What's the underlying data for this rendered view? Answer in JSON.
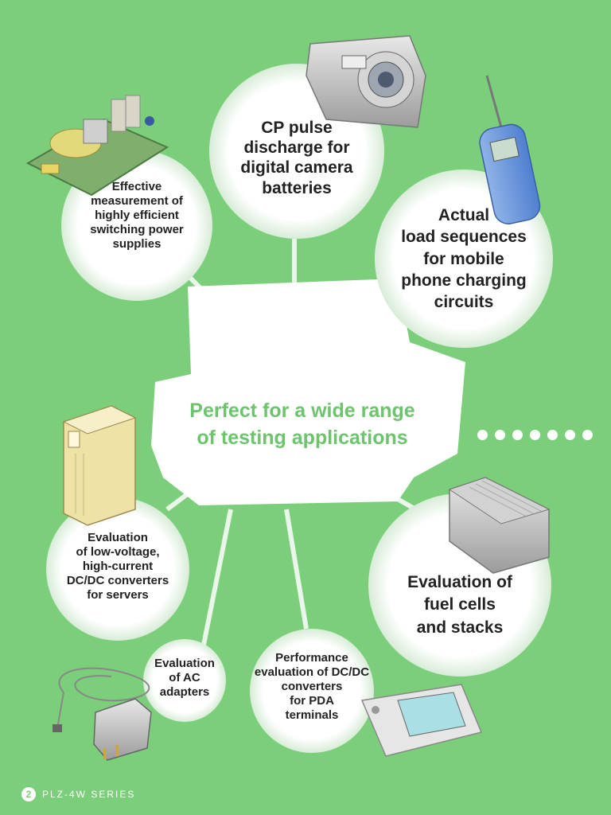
{
  "center": {
    "line1": "Perfect for a wide range",
    "line2": "of testing applications"
  },
  "applications": [
    {
      "id": "switching",
      "lines": [
        "Effective",
        "measurement of",
        "highly efficient",
        "switching power",
        "supplies"
      ],
      "icon": "circuit-board-icon"
    },
    {
      "id": "camera",
      "lines": [
        "CP pulse",
        "discharge for",
        "digital camera",
        "batteries"
      ],
      "icon": "digital-camera-icon"
    },
    {
      "id": "mobile",
      "lines": [
        "Actual",
        "load sequences",
        "for mobile",
        "phone charging",
        "circuits"
      ],
      "icon": "mobile-phone-icon"
    },
    {
      "id": "servers",
      "lines": [
        "Evaluation",
        "of low-voltage,",
        "high-current",
        "DC/DC converters",
        "for servers"
      ],
      "icon": "server-tower-icon"
    },
    {
      "id": "fuelcell",
      "lines": [
        "Evaluation of",
        "fuel cells",
        "and stacks"
      ],
      "icon": "fuel-cell-icon"
    },
    {
      "id": "acadapter",
      "lines": [
        "Evaluation",
        "of AC",
        "adapters"
      ],
      "icon": "ac-adapter-icon"
    },
    {
      "id": "pda",
      "lines": [
        "Performance",
        "evaluation of DC/DC",
        "converters",
        "for PDA",
        "terminals"
      ],
      "icon": "pda-icon"
    }
  ],
  "footer": {
    "page_number": "2",
    "series": "PLZ-4W   SERIES"
  },
  "colors": {
    "background": "#7ccf7a",
    "center_text": "#6cc56c",
    "bubble": "#ffffff",
    "body_text": "#222222"
  }
}
